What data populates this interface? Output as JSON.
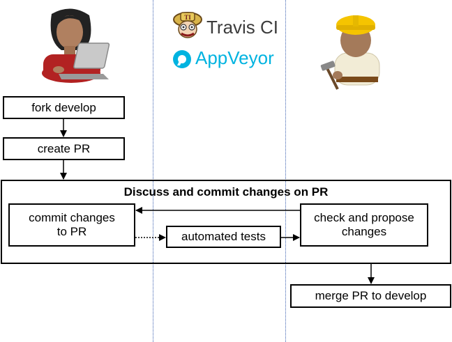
{
  "logos": {
    "travis": "Travis CI",
    "appveyor": "AppVeyor",
    "travis_color": "#3c3c3c",
    "appveyor_color": "#00b3e0"
  },
  "actors": {
    "contributor": {
      "icon": "developer-with-laptop-icon"
    },
    "maintainer": {
      "icon": "builder-with-hardhat-icon"
    }
  },
  "steps": {
    "fork": "fork develop",
    "create_pr": "create PR",
    "discuss_title": "Discuss and commit changes on PR",
    "commit": "commit changes to PR",
    "tests": "automated tests",
    "propose": "check and propose changes",
    "merge": "merge PR to develop"
  },
  "colors": {
    "lane_line": "#3a5fb0",
    "shirt": "#b22222",
    "hardhat": "#f5c400"
  }
}
